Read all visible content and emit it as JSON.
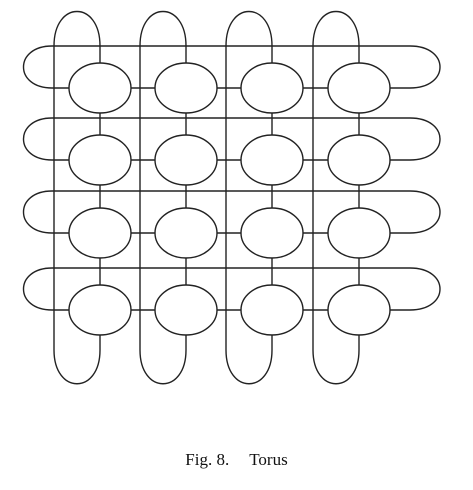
{
  "figure": {
    "rows": 4,
    "columns": 4,
    "topology": "torus",
    "stroke_color": "#222222",
    "node_fill": "#ffffff"
  },
  "caption": {
    "number": "Fig. 8.",
    "title": "Torus"
  }
}
